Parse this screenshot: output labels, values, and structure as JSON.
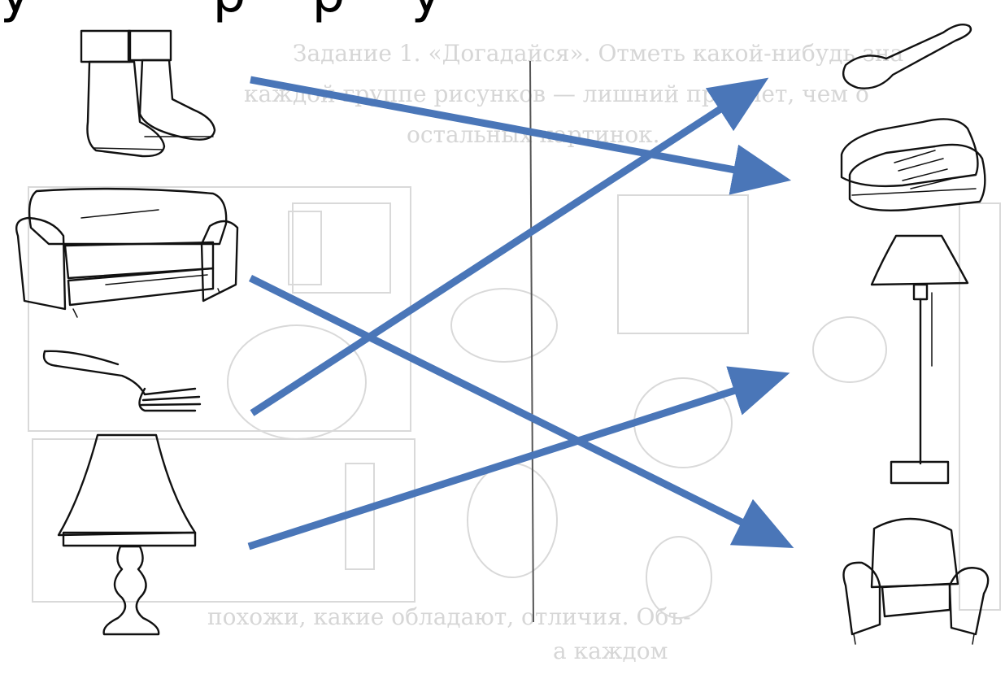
{
  "colors": {
    "arrow": "#4a76b8",
    "ink": "#111111",
    "faded": "#cfcfcf"
  },
  "header_glyphs": "у           р    р    у",
  "background_text": {
    "line1": "Задание 1. «Догадайся». Отметь какой-нибудь зна",
    "line2": "каждой группе рисунков — лишний предмет, чем о",
    "line3": "остальных картинок.",
    "line4": "похожи, какие обладают, отличия. Объ-",
    "line5": "а каждом"
  },
  "left_items": [
    {
      "id": "boots",
      "icon": "boots-icon"
    },
    {
      "id": "sofa",
      "icon": "sofa-icon"
    },
    {
      "id": "fork",
      "icon": "fork-icon"
    },
    {
      "id": "lamp",
      "icon": "table-lamp-icon"
    }
  ],
  "right_items": [
    {
      "id": "spoon",
      "icon": "spoon-icon"
    },
    {
      "id": "sneakers",
      "icon": "sneakers-icon"
    },
    {
      "id": "floor-lamp",
      "icon": "floor-lamp-icon"
    },
    {
      "id": "armchair",
      "icon": "armchair-icon"
    }
  ],
  "matches": [
    {
      "from": "boots",
      "to": "sneakers"
    },
    {
      "from": "sofa",
      "to": "armchair"
    },
    {
      "from": "fork",
      "to": "spoon"
    },
    {
      "from": "lamp",
      "to": "floor-lamp"
    }
  ]
}
